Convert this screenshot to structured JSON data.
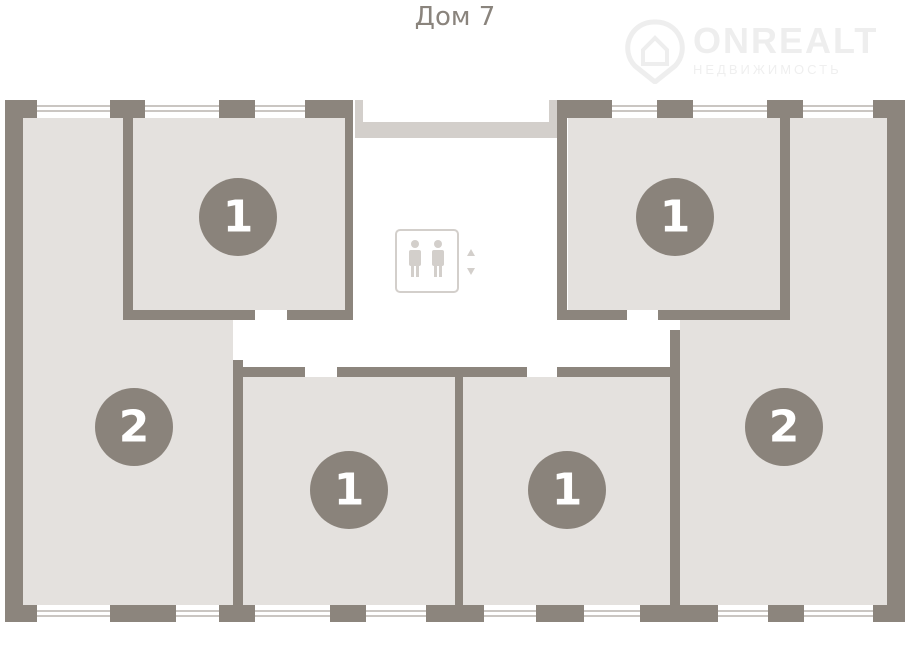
{
  "title": "Дом 7",
  "watermark": {
    "brand": "ONREALT",
    "subtitle": "НЕДВИЖИМОСТЬ"
  },
  "colors": {
    "wall": "#8c857d",
    "room": "#e4e1de",
    "light_wall": "#d3cfcb",
    "badge": "#8a837b"
  },
  "apartments": [
    {
      "id": "top-left",
      "rooms": "1"
    },
    {
      "id": "top-right",
      "rooms": "1"
    },
    {
      "id": "left",
      "rooms": "2"
    },
    {
      "id": "bottom-center-left",
      "rooms": "1"
    },
    {
      "id": "bottom-center-right",
      "rooms": "1"
    },
    {
      "id": "right",
      "rooms": "2"
    }
  ],
  "lift": {
    "icon": "elevator-icon",
    "arrows": "up-down-arrows-icon"
  }
}
